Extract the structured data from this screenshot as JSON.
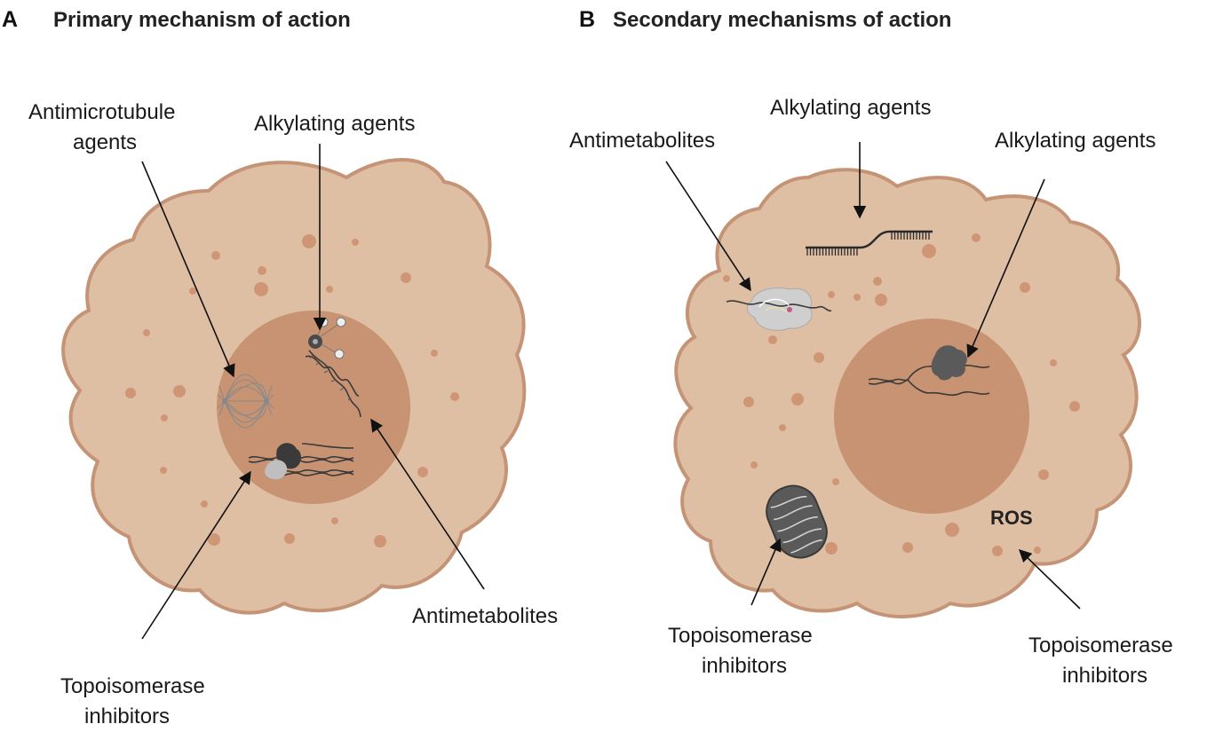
{
  "panels": [
    {
      "letter": "A",
      "title": "Primary mechanism of action",
      "labels": {
        "antimicrotubule_line1": "Antimicrotubule",
        "antimicrotubule_line2": "agents",
        "alkylating": "Alkylating agents",
        "antimetabolites": "Antimetabolites",
        "topo_line1": "Topoisomerase",
        "topo_line2": "inhibitors"
      }
    },
    {
      "letter": "B",
      "title": "Secondary mechanisms of action",
      "labels": {
        "antimetabolites": "Antimetabolites",
        "alkylating_1": "Alkylating agents",
        "alkylating_2": "Alkylating agents",
        "ros": "ROS",
        "topo_a_line1": "Topoisomerase",
        "topo_a_line2": "inhibitors",
        "topo_b_line1": "Topoisomerase",
        "topo_b_line2": "inhibitors"
      }
    }
  ],
  "colors": {
    "cytoplasm": "#dfbfa4",
    "membrane": "#c59476",
    "nucleus": "#c89372",
    "vesicle": "#cf9676"
  }
}
